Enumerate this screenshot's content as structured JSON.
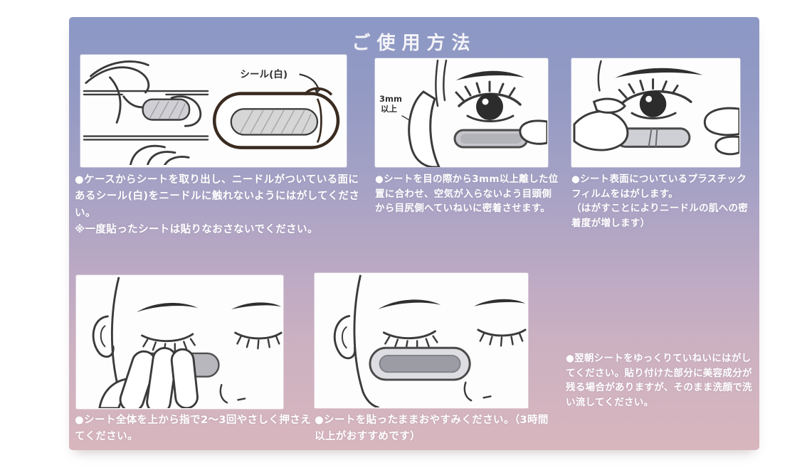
{
  "title": "ご使用方法",
  "colors": {
    "gradient_top": "#8C98C5",
    "gradient_middle": "#B2A8C5",
    "gradient_bottom": "#D8B6BE",
    "caption_text": "#FFFFFF",
    "line_art": "#3B3B3B",
    "patch_gray": "#C6C6CC"
  },
  "labels": {
    "seal": "シール(白)",
    "distance_line1": "3mm",
    "distance_line2": "以上"
  },
  "steps": [
    {
      "caption": "●ケースからシートを取り出し、ニードルがついている面にあるシール(白)をニードルに触れないようにはがしてください。\n※一度貼ったシートは貼りなおさないでください。"
    },
    {
      "caption": "●シートを目の際から3mm以上離した位置に合わせ、空気が入らないよう目頭側から目尻側へていねいに密着させます。"
    },
    {
      "caption": "●シート表面についているプラスチックフィルムをはがします。\n（はがすことによりニードルの肌への密着度が増します）"
    },
    {
      "caption": "●シート全体を上から指で2〜3回やさしく押さえてください。"
    },
    {
      "caption": "●シートを貼ったままおやすみください。（3時間以上がおすすめです）"
    },
    {
      "caption": "●翌朝シートをゆっくりていねいにはがしてください。貼り付けた部分に美容成分が残る場合がありますが、そのまま洗顔で洗い流してください。"
    }
  ]
}
